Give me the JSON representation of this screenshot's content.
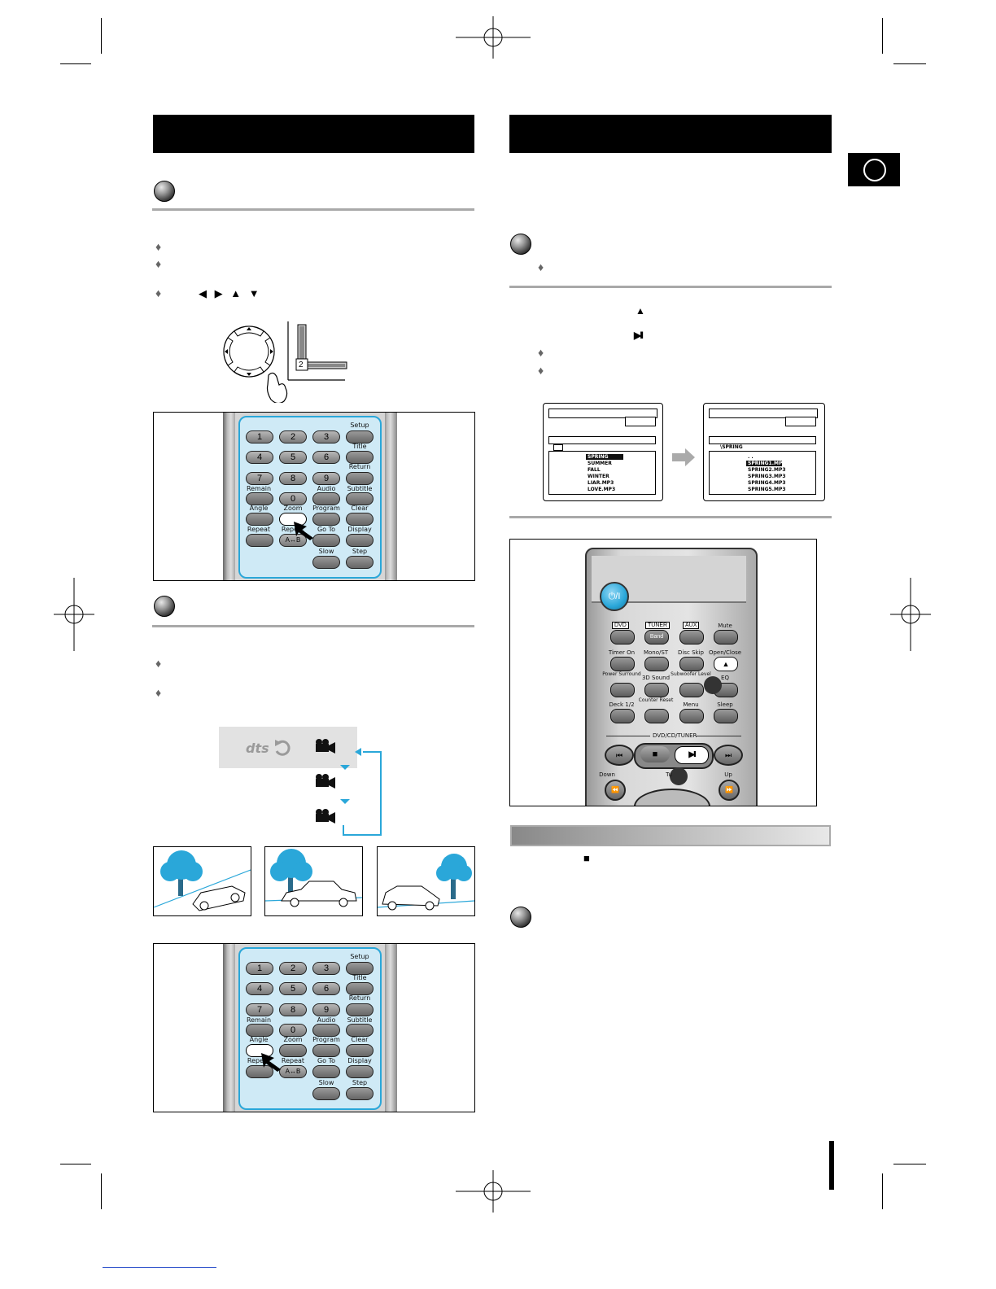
{
  "left_section": {
    "header_text": "",
    "subsections": [
      {
        "heading": ""
      },
      {
        "heading": ""
      }
    ],
    "zoom_direction_keys": "◀ ▶ ▲ ▼",
    "zoom_indicator_value": "2",
    "remote_keys": {
      "numbers": [
        "1",
        "2",
        "3",
        "4",
        "5",
        "6",
        "7",
        "8",
        "9",
        "0"
      ],
      "setup": "Setup",
      "title": "Title",
      "return": "Return",
      "remain": "Remain",
      "audio": "Audio",
      "subtitle": "Subtitle",
      "angle": "Angle",
      "zoom": "Zoom",
      "program": "Program",
      "clear": "Clear",
      "repeat": "Repeat",
      "repeat_ab_top": "Repeat",
      "repeat_ab": "A↔B",
      "goto": "Go To",
      "display": "Display",
      "slow": "Slow",
      "step": "Step"
    }
  },
  "right_section": {
    "header_text": "",
    "lang_tab": "",
    "play_symbol": "▶II",
    "eject_symbol": "▲",
    "stop_symbol": "■",
    "screen_before": {
      "folder_items": [
        "SPRING",
        "SUMMER",
        "FALL",
        "WINTER",
        "LIAR.MP3",
        "LOVE.MP3"
      ]
    },
    "screen_after": {
      "current_folder": "\\SPRING",
      "items": [
        ". .",
        "SPRING1.MP3",
        "SPRING2.MP3",
        "SPRING3.MP3",
        "SPRING4.MP3",
        "SPRING5.MP3"
      ]
    },
    "remote": {
      "power": "⏻/I",
      "dvd": "DVD",
      "tuner": "TUNER",
      "aux": "AUX",
      "mute": "Mute",
      "band": "Band",
      "timer_on": "Timer On",
      "mono_st": "Mono/ST",
      "disc_skip": "Disc Skip",
      "open_close": "Open/Close",
      "power_surround": "Power Surround",
      "sound_3d": "3D Sound",
      "subwoofer_level": "Subwoofer Level",
      "eq": "EQ",
      "deck": "Deck 1/2",
      "counter_reset": "Counter Reset",
      "menu": "Menu",
      "sleep": "Sleep",
      "dvd_cd_tuner": "DVD/CD/TUNER",
      "down": "Down",
      "tuning": "Tu",
      "up": "Up"
    }
  }
}
